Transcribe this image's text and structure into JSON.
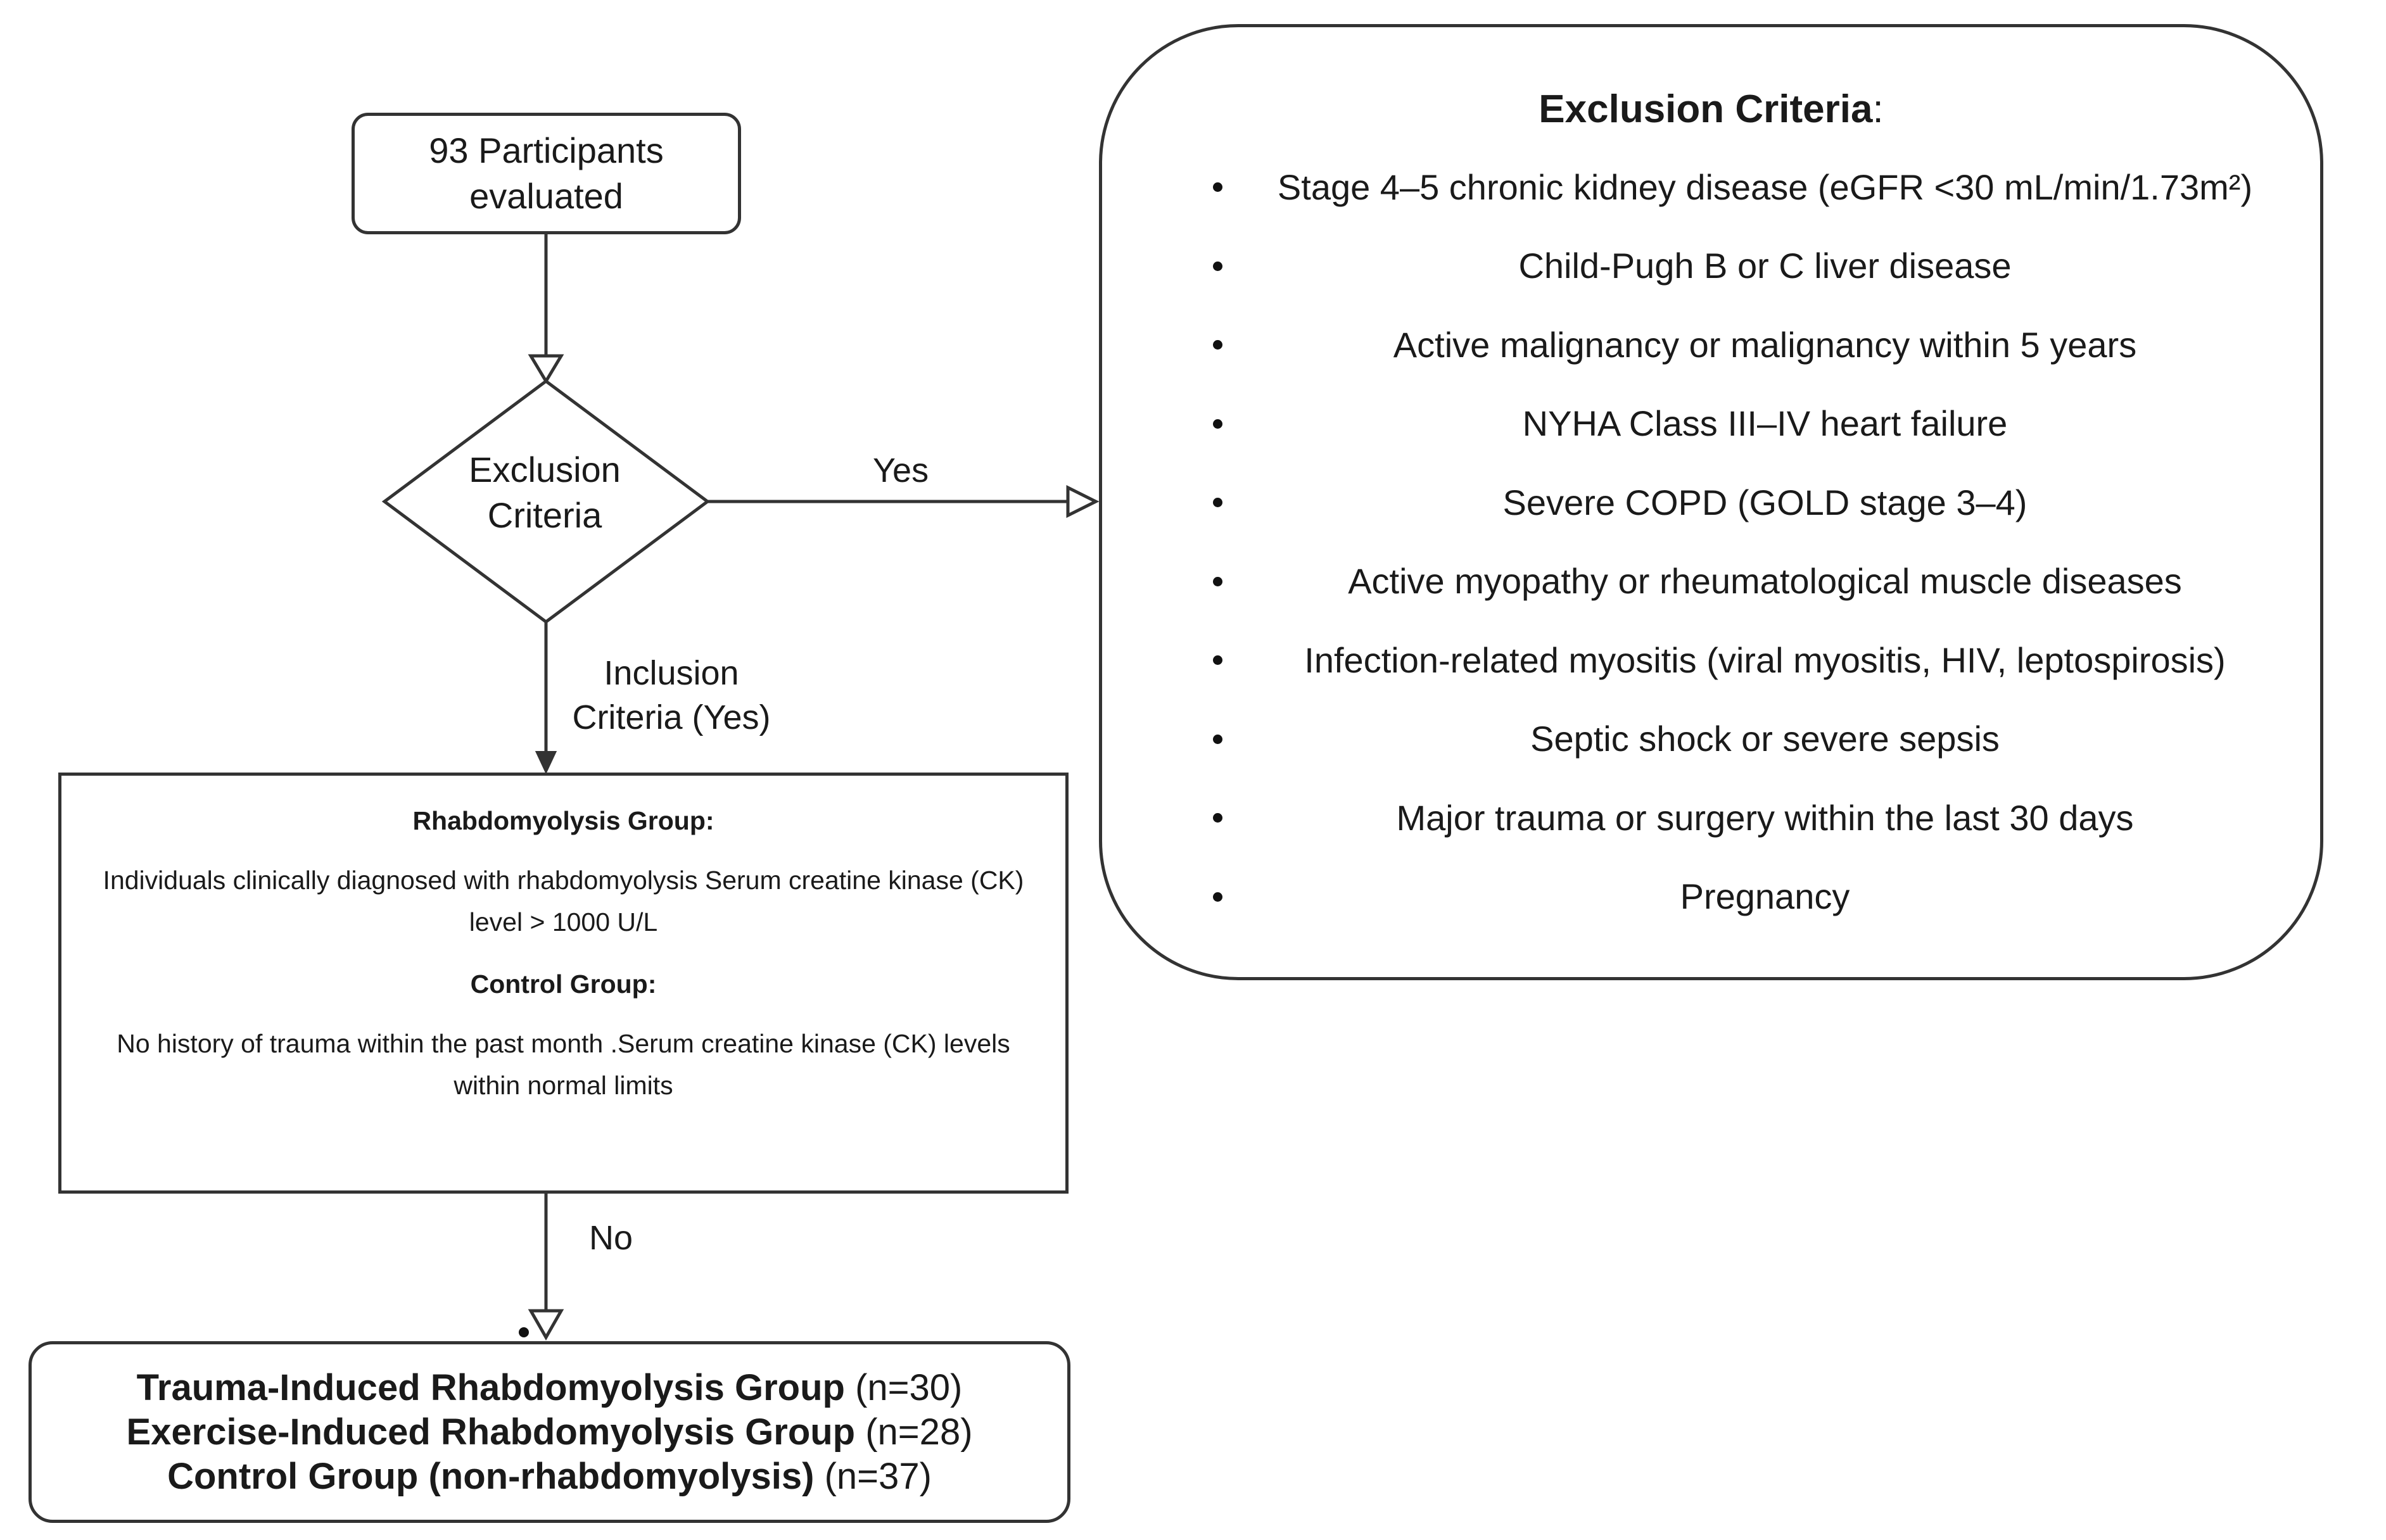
{
  "start": {
    "line1": "93 Participants",
    "line2": "evaluated"
  },
  "decision": {
    "line1": "Exclusion",
    "line2": "Criteria"
  },
  "edges": {
    "yes": "Yes",
    "inclusion_line1": "Inclusion",
    "inclusion_line2": "Criteria (Yes)",
    "no": "No"
  },
  "criteria": {
    "rhabdo_heading": "Rhabdomyolysis Group:",
    "rhabdo_text": "Individuals clinically diagnosed with rhabdomyolysis Serum creatine kinase (CK) level > 1000 U/L",
    "control_heading": "Control Group:",
    "control_text": "No history of trauma within the past month .Serum creatine kinase (CK) levels within normal limits"
  },
  "exclusion": {
    "title": "Exclusion Criteria",
    "title_suffix": ":",
    "items": [
      "Stage 4–5 chronic kidney disease (eGFR <30 mL/min/1.73m²)",
      "Child-Pugh B or C liver disease",
      "Active malignancy or malignancy within 5 years",
      "NYHA Class III–IV heart failure",
      "Severe COPD (GOLD stage 3–4)",
      "Active myopathy or rheumatological muscle diseases",
      "Infection-related myositis (viral myositis, HIV, leptospirosis)",
      "Septic shock or severe sepsis",
      "Major trauma or surgery within the last 30 days",
      "Pregnancy"
    ]
  },
  "groups": [
    {
      "name": "Trauma-Induced Rhabdomyolysis Group",
      "count": " (n=30)"
    },
    {
      "name": "Exercise-Induced Rhabdomyolysis Group",
      "count": " (n=28)"
    },
    {
      "name": "Control Group (non-rhabdomyolysis)",
      "count": " (n=37)"
    }
  ],
  "colors": {
    "stroke": "#333333",
    "text": "#1a1a1a",
    "background": "#ffffff"
  }
}
